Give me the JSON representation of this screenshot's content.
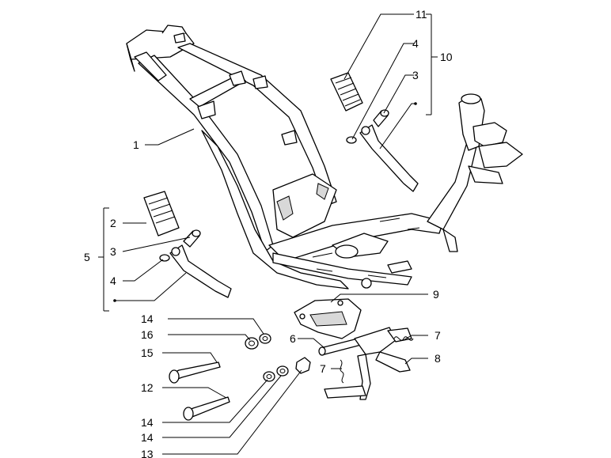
{
  "callouts": {
    "frame": "1",
    "rubber_left": "2",
    "pin_left": "3",
    "washer_left": "4",
    "side_stand_group": "5",
    "spindle": "6",
    "spring_right": "7",
    "spring_left": "7",
    "center_stand": "8",
    "bracket": "9",
    "side_stand_group_top": "10",
    "rubber_top": "11",
    "washer_top": "4",
    "pin_top": "3",
    "bolt_12": "12",
    "nut_13": "13",
    "washer_14a": "14",
    "washer_14b": "14",
    "washer_14c": "14",
    "bolt_15": "15",
    "washer_16": "16"
  }
}
